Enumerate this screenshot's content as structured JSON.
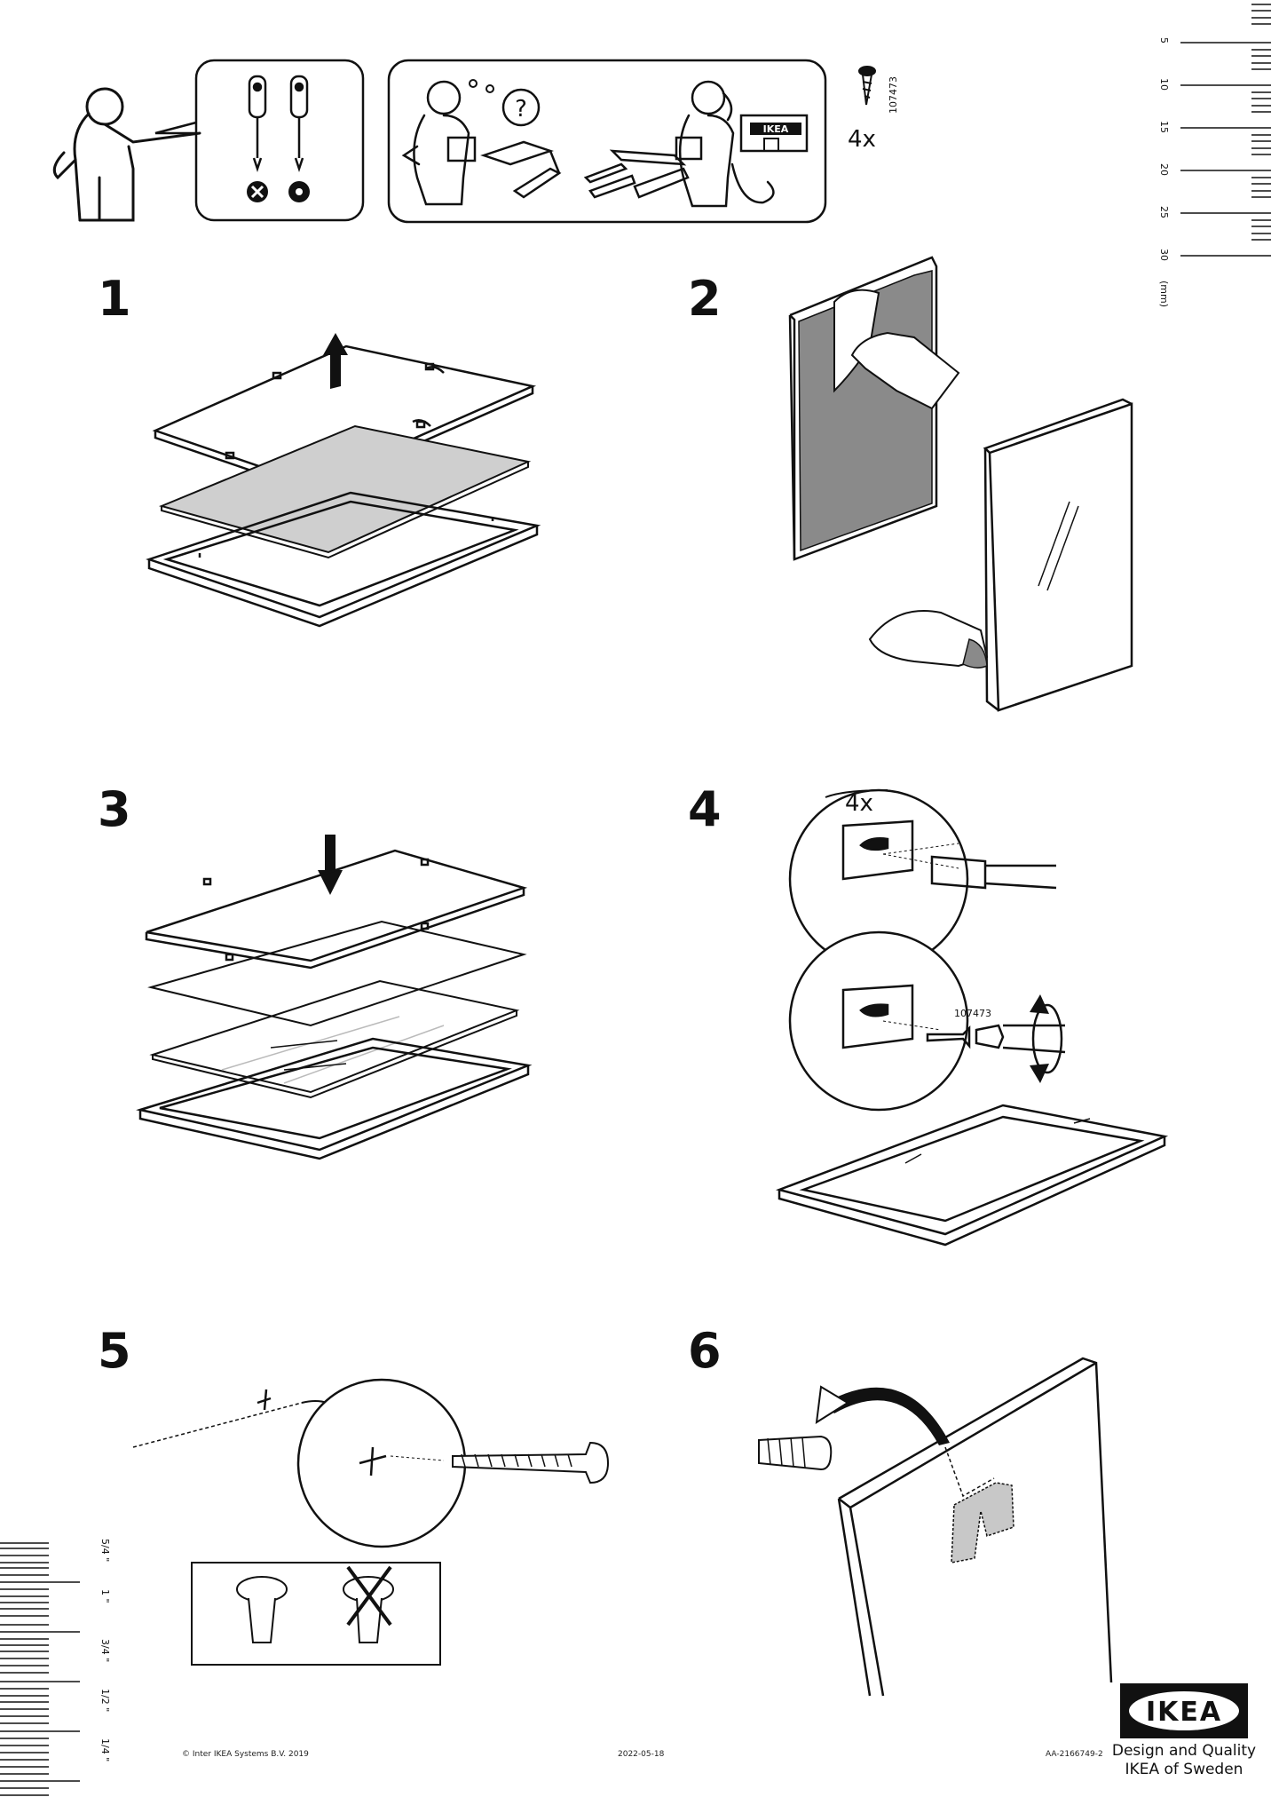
{
  "header": {
    "screw_part_code": "107473",
    "screw_count": "4x",
    "phone_store_logo": "IKEA",
    "question_mark": "?"
  },
  "ruler_mm": {
    "ticks": [
      "5",
      "10",
      "15",
      "20",
      "25",
      "30"
    ],
    "unit": "(mm)"
  },
  "ruler_inch": {
    "ticks": [
      "5/4 \"",
      "1 \"",
      "3/4 \"",
      "1/2 \"",
      "1/4 \""
    ]
  },
  "steps": [
    {
      "number": "1"
    },
    {
      "number": "2"
    },
    {
      "number": "3"
    },
    {
      "number": "4",
      "count_label": "4x",
      "part_code": "107473"
    },
    {
      "number": "5"
    },
    {
      "number": "6"
    }
  ],
  "footer": {
    "copyright": "© Inter IKEA Systems B.V. 2019",
    "date": "2022-05-18",
    "doc_id": "AA-2166749-2",
    "logo_text": "IKEA",
    "tagline_line1": "Design and Quality",
    "tagline_line2": "IKEA of Sweden"
  }
}
